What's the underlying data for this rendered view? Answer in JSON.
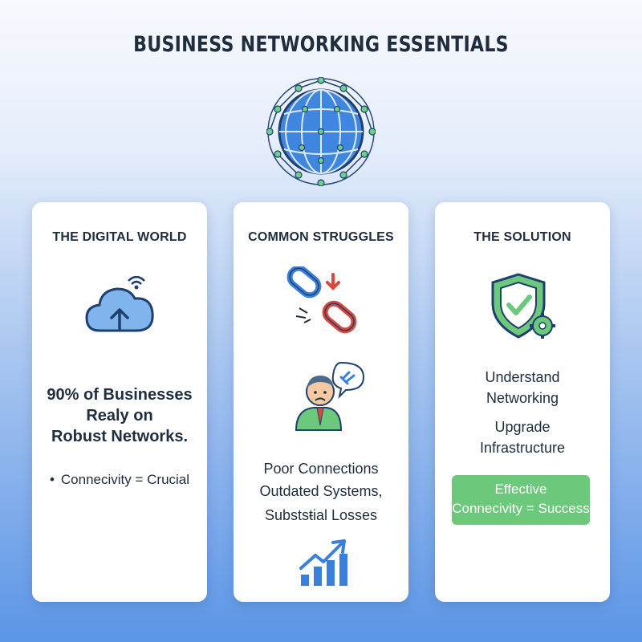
{
  "header": {
    "title": "BUSINESS NETWORKING ESSENTIALS",
    "globe_icon": "network-globe-icon"
  },
  "cards": [
    {
      "title": "THE DIGITAL WORLD",
      "icon": "cloud-upload-wifi-icon",
      "stat_line1": "90% of Businesses",
      "stat_line2": "Realy on",
      "stat_line3": "Robust Networks.",
      "bullet": "•",
      "bullet_text": "Connecivity = Crucial"
    },
    {
      "title": "COMMON STRUGGLES",
      "icons": [
        "broken-chain-icon",
        "frustrated-person-icon",
        "growth-chart-icon"
      ],
      "line1": "Poor Connections",
      "line2": "Outdated Systems,",
      "line3": "Substsŧial Losses"
    },
    {
      "title": "THE SOLUTION",
      "icon": "shield-check-gear-icon",
      "line1": "Understand",
      "line2": "Networking",
      "line3": "Upgrade",
      "line4": "Infrastructure",
      "success_line1": "Effective",
      "success_line2": "Connecivity = Success"
    }
  ],
  "colors": {
    "accent_blue": "#3b7fdc",
    "success_green": "#6cc97b",
    "alert_red": "#d9483b"
  }
}
